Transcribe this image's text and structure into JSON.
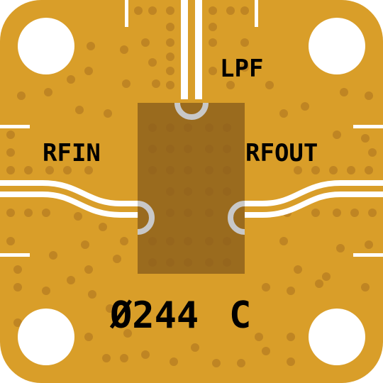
{
  "board": {
    "colors": {
      "substrate": "#d99e29",
      "via": "#bf8523",
      "trace": "#ffffff",
      "component": "#8c5f1c",
      "silkscreen": "#000000"
    },
    "labels": {
      "filter": "LPF",
      "rf_in": "RFIN",
      "rf_out": "RFOUT",
      "part_number": "Ø244",
      "revision": "C"
    }
  }
}
